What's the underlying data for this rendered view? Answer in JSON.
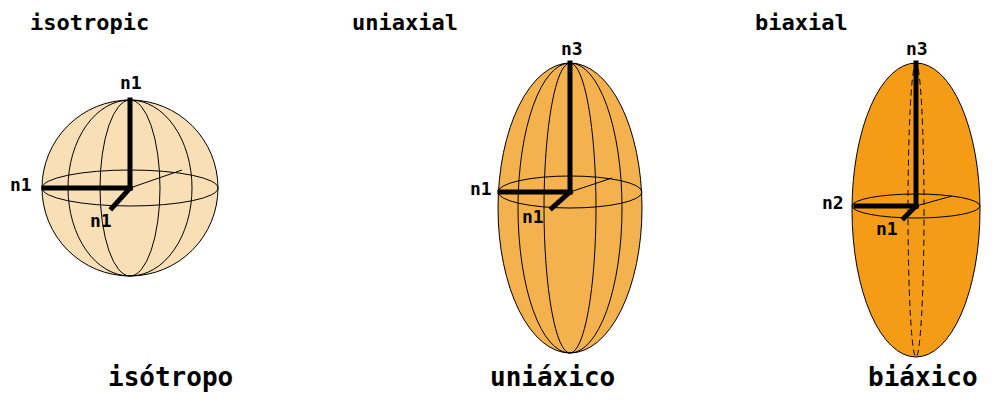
{
  "diagram": {
    "labels": [
      "isotropic",
      "n1",
      "n1",
      "n1",
      "uniaxial",
      "n3",
      "n1",
      "n1",
      "biaxial",
      "n3",
      "n2",
      "n1",
      "isótropo",
      "uniáxico",
      "biáxico"
    ]
  }
}
